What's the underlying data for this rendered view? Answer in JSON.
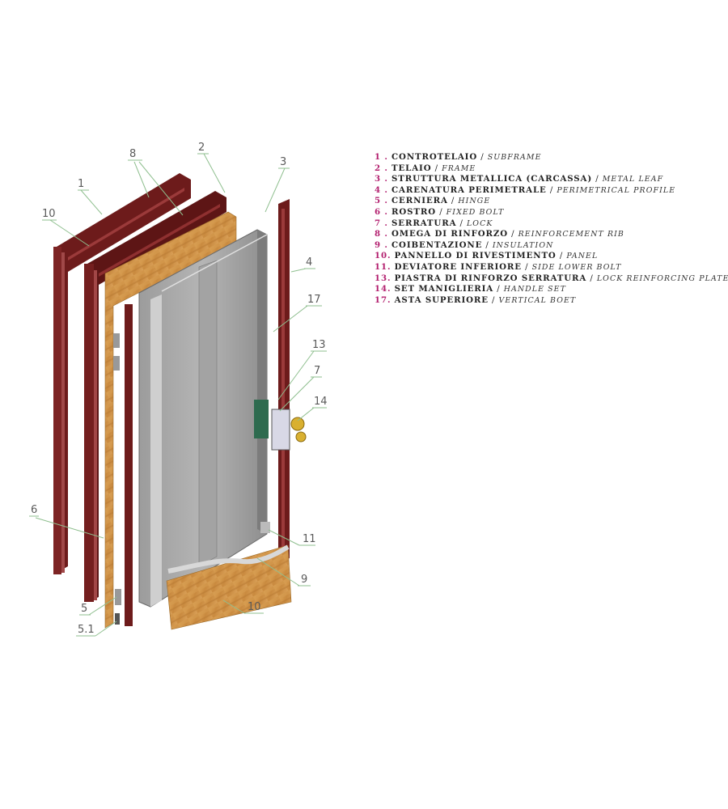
{
  "diagram": {
    "callouts": [
      "1",
      "2",
      "3",
      "4",
      "5",
      "5.1",
      "6",
      "7",
      "8",
      "9",
      "10",
      "10",
      "11",
      "13",
      "14",
      "17"
    ]
  },
  "legend": [
    {
      "num": "1 .",
      "it": "CONTROTELAIO",
      "en": "SUBFRAME"
    },
    {
      "num": "2 .",
      "it": "TELAIO",
      "en": "FRAME"
    },
    {
      "num": "3 .",
      "it": "STRUTTURA METALLICA (CARCASSA)",
      "en": "METAL LEAF"
    },
    {
      "num": "4 .",
      "it": "CARENATURA PERIMETRALE",
      "en": "PERIMETRICAL PROFILE"
    },
    {
      "num": "5 .",
      "it": "CERNIERA",
      "en": "HINGE"
    },
    {
      "num": "6 .",
      "it": "ROSTRO",
      "en": "FIXED BOLT"
    },
    {
      "num": "7 .",
      "it": "SERRATURA",
      "en": "LOCK"
    },
    {
      "num": "8 .",
      "it": "OMEGA DI RINFORZO",
      "en": "REINFORCEMENT RIB"
    },
    {
      "num": "9 .",
      "it": "COIBENTAZIONE",
      "en": "INSULATION"
    },
    {
      "num": "10.",
      "it": "PANNELLO DI RIVESTIMENTO",
      "en": "PANEL"
    },
    {
      "num": "11.",
      "it": "DEVIATORE INFERIORE",
      "en": "SIDE LOWER BOLT"
    },
    {
      "num": "13.",
      "it": "PIASTRA DI RINFORZO SERRATURA",
      "en": "LOCK REINFORCING PLATE"
    },
    {
      "num": "14.",
      "it": "SET MANIGLIERIA",
      "en": "HANDLE SET"
    },
    {
      "num": "17.",
      "it": "ASTA SUPERIORE",
      "en": "VERTICAL BOET"
    }
  ]
}
